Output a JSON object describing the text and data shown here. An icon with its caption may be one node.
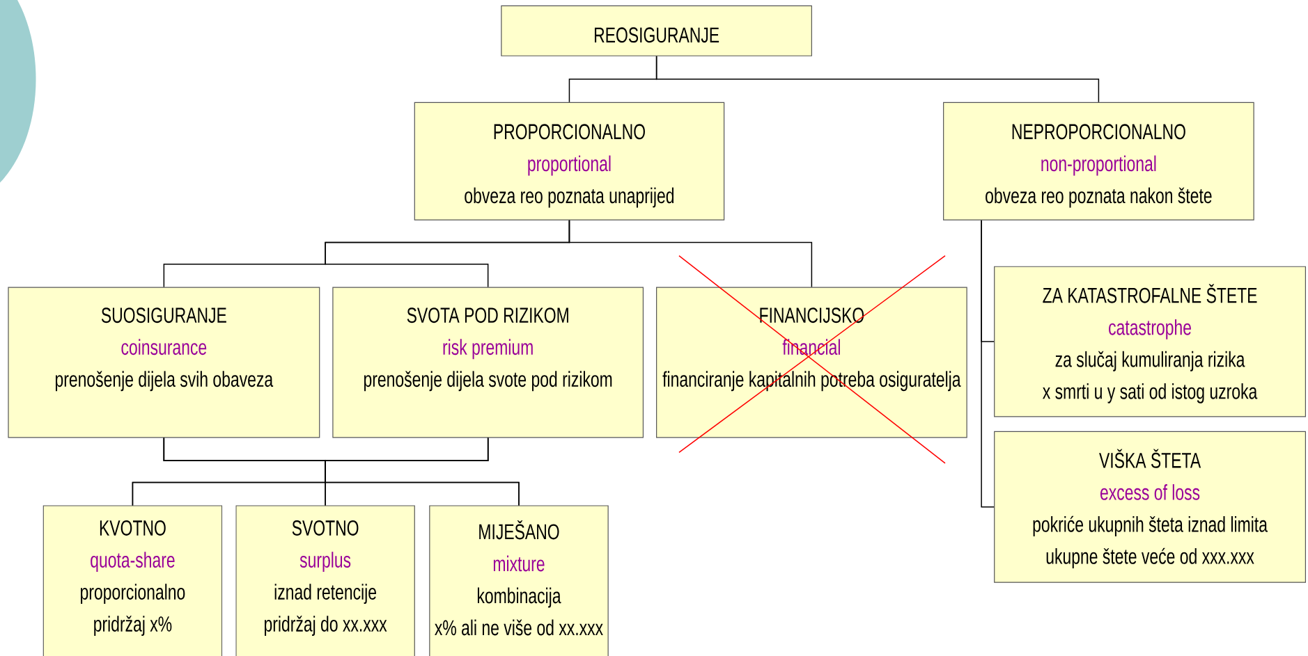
{
  "diagram": {
    "nodes": [
      {
        "text": [
          "REOSIGURANJE"
        ]
      },
      {
        "text": [
          "PROPORCIONALNO",
          "proportional",
          "obveza reo poznata unaprijed"
        ]
      },
      {
        "text": [
          "NEPROPORCIONALNO",
          "non-proportional",
          "obveza reo poznata nakon štete"
        ]
      },
      {
        "text": [
          "SUOSIGURANJE",
          "coinsurance",
          "prenošenje dijela svih obaveza"
        ]
      },
      {
        "text": [
          "SVOTA POD RIZIKOM",
          "risk premium",
          "prenošenje dijela svote pod rizikom"
        ]
      },
      {
        "text": [
          "FINANCIJSKO",
          "financial",
          "financiranje kapitalnih potreba osiguratelja"
        ]
      },
      {
        "text": [
          "ZA KATASTROFALNE ŠTETE",
          "catastrophe",
          "za slučaj kumuliranja rizika",
          "x smrti u y sati od istog uzroka"
        ]
      },
      {
        "text": [
          "VIŠKA ŠTETA",
          "excess of loss",
          "pokriće ukupnih šteta iznad limita",
          "ukupne štete veće od xxx.xxx"
        ]
      },
      {
        "text": [
          "KVOTNO",
          "quota-share",
          "proporcionalno",
          "pridržaj x%"
        ]
      },
      {
        "text": [
          "SVOTNO",
          "surplus",
          "iznad retencije",
          "pridržaj do xx.xxx"
        ]
      },
      {
        "text": [
          "MIJEŠANO",
          "mixture",
          "kombinacija",
          "x% ali ne više od xx.xxx"
        ]
      }
    ],
    "edges": [
      {
        "from": 0,
        "to": 1,
        "arrow": "none"
      },
      {
        "from": 0,
        "to": 2,
        "arrow": "none"
      },
      {
        "from": 1,
        "to": 3,
        "arrow": "none"
      },
      {
        "from": 1,
        "to": 4,
        "arrow": "none"
      },
      {
        "from": 1,
        "to": 5,
        "arrow": "none"
      },
      {
        "from": 2,
        "to": 6,
        "arrow": "none"
      },
      {
        "from": 2,
        "to": 7,
        "arrow": "none"
      },
      {
        "from": 3,
        "to": 8,
        "arrow": "none"
      },
      {
        "from": 3,
        "to": 9,
        "arrow": "none"
      },
      {
        "from": 3,
        "to": 10,
        "arrow": "none"
      },
      {
        "from": 4,
        "to": 8,
        "arrow": "none"
      },
      {
        "from": 4,
        "to": 9,
        "arrow": "none"
      },
      {
        "from": 4,
        "to": 10,
        "arrow": "none"
      }
    ]
  }
}
